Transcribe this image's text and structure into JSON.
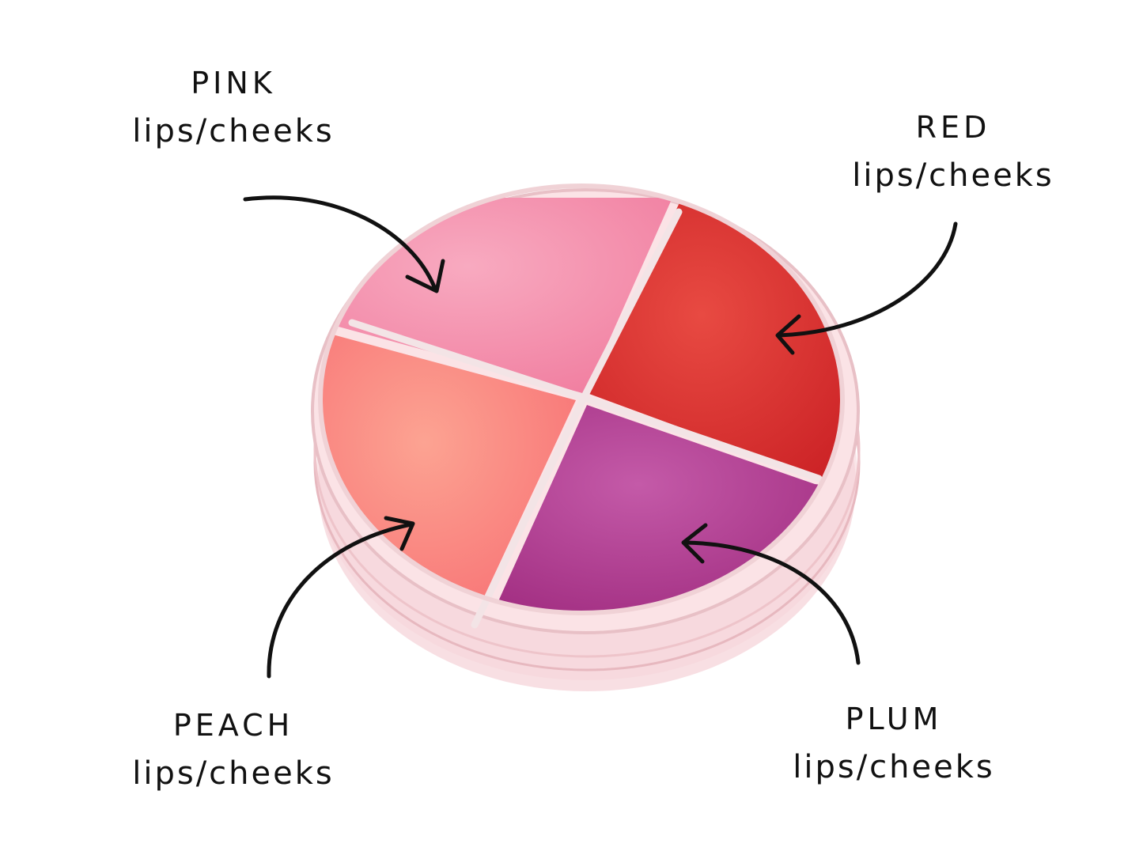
{
  "shades": [
    {
      "id": "pink",
      "name": "PINK",
      "use": "lips/cheeks",
      "color": "#f27b9e"
    },
    {
      "id": "red",
      "name": "RED",
      "use": "lips/cheeks",
      "color": "#dc2a2a"
    },
    {
      "id": "peach",
      "name": "PEACH",
      "use": "lips/cheeks",
      "color": "#f8787a"
    },
    {
      "id": "plum",
      "name": "PLUM",
      "use": "lips/cheeks",
      "color": "#a82f86"
    }
  ],
  "colors": {
    "background": "#ffffff",
    "text": "#111111",
    "case_rim": "#f1c5cb",
    "arrow": "#111111"
  }
}
